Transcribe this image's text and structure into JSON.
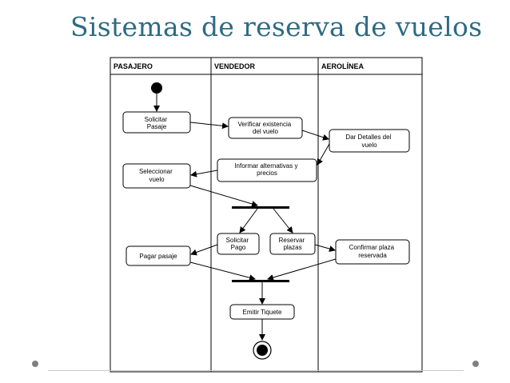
{
  "slide": {
    "title": "Sistemas de reserva de vuelos"
  },
  "lanes": [
    {
      "name": "PASAJERO"
    },
    {
      "name": "VENDEDOR"
    },
    {
      "name": "AEROLÍNEA"
    }
  ],
  "activities": {
    "solicitar_pasaje": [
      "Solicitar",
      "Pasaje"
    ],
    "verificar_existencia": [
      "Verificar existencia",
      "del vuelo"
    ],
    "dar_detalles": [
      "Dar Detalles del",
      "vuelo"
    ],
    "informar_alternativas": [
      "Informar alternativas y",
      "precios"
    ],
    "seleccionar_vuelo": [
      "Seleccionar",
      "vuelo"
    ],
    "solicitar_pago": [
      "Solicitar",
      "Pago"
    ],
    "reservar_plazas": [
      "Reservar",
      "plazas"
    ],
    "confirmar_plaza": [
      "Confirmar plaza",
      "reservada"
    ],
    "pagar_pasaje": [
      "Pagar pasaje"
    ],
    "emitir_tiquete": [
      "Emitir Tiquete"
    ]
  },
  "colors": {
    "title": "#2e6b83",
    "ink": "#000000",
    "nav_dot": "#808080",
    "rule": "#c8c8c8"
  }
}
